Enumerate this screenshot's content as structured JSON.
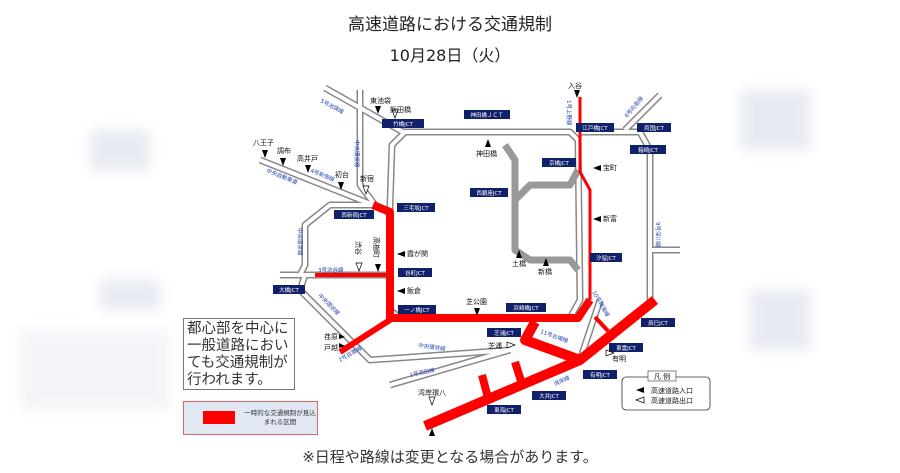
{
  "title": "高速道路における交通規制",
  "date": "10月28日（火）",
  "footnote": "※日程や路線は変更となる場合があります。",
  "note": "都心部を中心に一般道路においても交通規制が行われます。",
  "legend_red": "一時的な交通規制が見込まれる区間",
  "legend": {
    "title": "凡 例",
    "entrance": "高速道路入口",
    "exit": "高速道路出口"
  },
  "colors": {
    "restriction": "#ff0000",
    "jct_label": "#10206b",
    "route_label": "#1f3fb0"
  },
  "jct": [
    "竹橋JCT",
    "神田橋ＪＣＴ",
    "江戸橋JCT",
    "両国JCT",
    "箱崎JCT",
    "京橋JCT",
    "西銀座JCT",
    "三宅坂JCT",
    "西新宿JCT",
    "谷町JCT",
    "大橋JCT",
    "一ノ橋JCT",
    "浜崎橋JCT",
    "汐留JCT",
    "芝浦JCT",
    "辰巳JCT",
    "東雲JCT",
    "有明JCT",
    "大井JCT",
    "東海JCT"
  ],
  "ramps": [
    "東池袋",
    "飯田橋",
    "八王子",
    "調布",
    "高井戸",
    "初台",
    "新宿",
    "入谷",
    "神田橋",
    "宝町",
    "新富",
    "土橋",
    "新橋",
    "霞が関",
    "渋谷",
    "高樹町",
    "飯倉",
    "芝公園",
    "芝浦",
    "有明",
    "荏原",
    "戸越",
    "湾岸環八"
  ],
  "routes": [
    "5号池袋線",
    "中央環状線",
    "中央自動車道",
    "4号新宿線",
    "中央環状線",
    "3号渋谷線",
    "中央環状線",
    "2号目黒線",
    "中央環状線",
    "1号羽田線",
    "11号台場線",
    "湾岸線",
    "10号晴海線",
    "9号深川線",
    "6号向島線",
    "1号上野線"
  ]
}
